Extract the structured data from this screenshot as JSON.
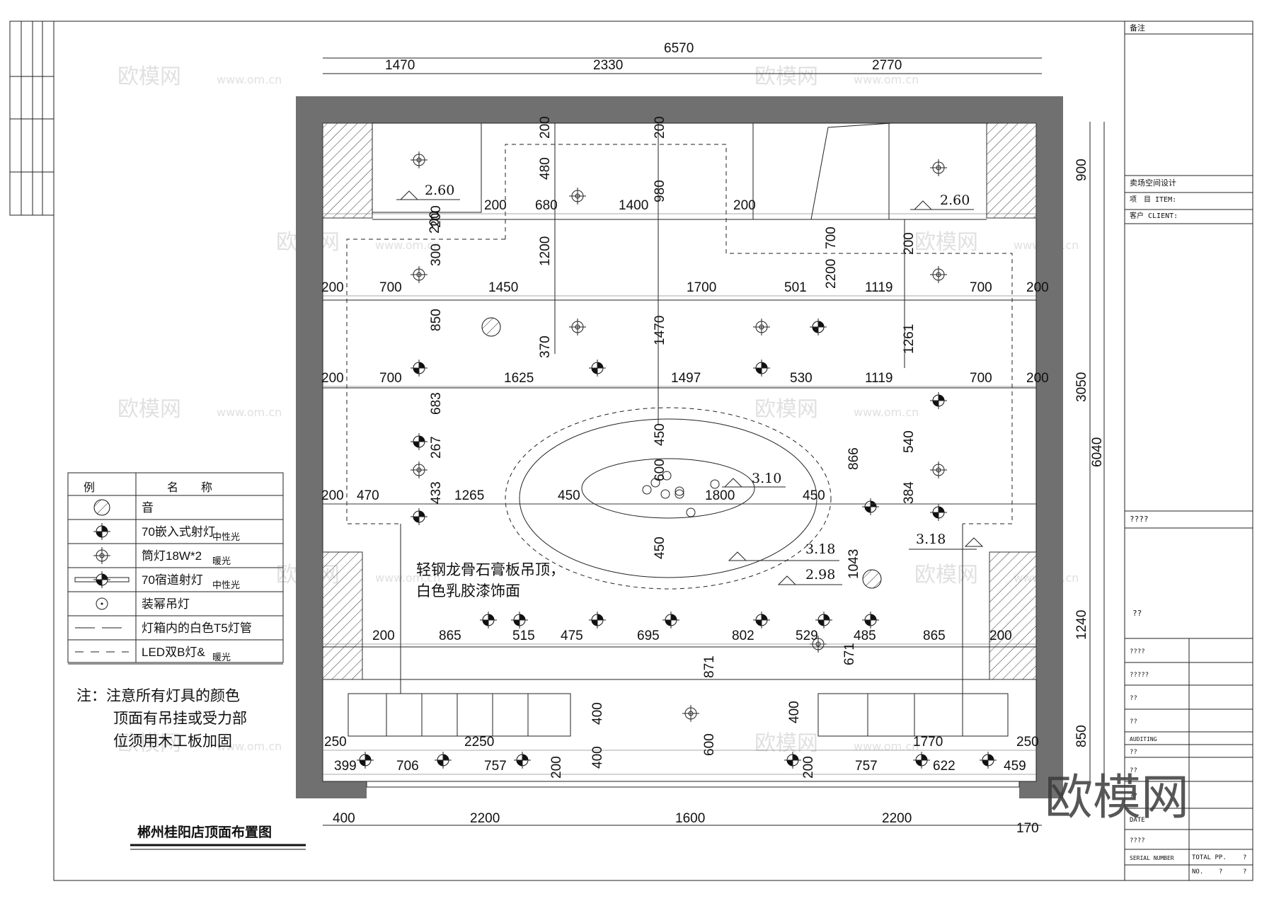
{
  "title": "郴州桂阳店顶面布置图",
  "watermark": {
    "brand": "欧模网",
    "site": "www.om.cn"
  },
  "title_block": {
    "remarks": "备注",
    "project_type": "卖场空间设计",
    "item": "项　目 ITEM:",
    "client": "客户 CLIENT:",
    "q1": "????",
    "q2": "??",
    "rows": [
      "????",
      "?????",
      "??",
      "??",
      "AUDITING",
      "??",
      "??",
      "??",
      "DATE",
      "????",
      "SERIAL NUMBER"
    ],
    "total": "TOTAL PP.",
    "total_q": "?",
    "no": "NO.",
    "no_q1": "?",
    "no_q2": "?"
  },
  "legend": {
    "col_symbol": "例",
    "col_name": "名　　称",
    "items": [
      {
        "name": "音",
        "icon": "speaker-icon"
      },
      {
        "name": "70嵌入式射灯",
        "note": "中性光",
        "icon": "recessed-spotlight-icon"
      },
      {
        "name": "筒灯18W*2",
        "note": "暖光",
        "icon": "downlight-icon"
      },
      {
        "name": "70宿道射灯",
        "note": "中性光",
        "icon": "track-spotlight-icon"
      },
      {
        "name": "装幂吊灯",
        "icon": "pendant-lamp-icon"
      },
      {
        "name": "灯箱内的白色T5灯管",
        "icon": "t5-tube-line-icon"
      },
      {
        "name": "LED双B灯&",
        "note": "暖光",
        "icon": "led-dashed-line-icon"
      }
    ]
  },
  "notes": [
    "注：注意所有灯具的颜色",
    "顶面有吊挂或受力部",
    "位须用木工板加固"
  ],
  "ceiling_note": [
    "轻钢龙骨石膏板吊顶，",
    "白色乳胶漆饰面"
  ],
  "levels": [
    "2.60",
    "2.60",
    "3.10",
    "3.18",
    "3.18",
    "2.98"
  ],
  "dims": {
    "top_total": "6570",
    "top": [
      "1470",
      "2330",
      "2770"
    ],
    "bottom": [
      "400",
      "2200",
      "1600",
      "2200",
      "170"
    ],
    "right_total": "6040",
    "right": [
      "900",
      "3050",
      "1240",
      "850"
    ],
    "row1": [
      "200",
      "700",
      "1450",
      "1700",
      "501",
      "1119",
      "700",
      "200"
    ],
    "row2": [
      "200",
      "700",
      "1625",
      "1497",
      "530",
      "1119",
      "700",
      "200"
    ],
    "row3": [
      "200",
      "470",
      "1265",
      "450",
      "1800",
      "450"
    ],
    "row4": [
      "200",
      "865",
      "515",
      "475",
      "695",
      "802",
      "529",
      "485",
      "865",
      "200"
    ],
    "row5": [
      "250",
      "2250",
      "1770",
      "250"
    ],
    "row6": [
      "399",
      "706",
      "757",
      "757",
      "622",
      "459"
    ],
    "top_strip": [
      "200",
      "680",
      "1400",
      "200"
    ],
    "verticals": [
      "200",
      "480",
      "200",
      "980",
      "1200",
      "370",
      "1470",
      "300",
      "850",
      "200",
      "700",
      "2200",
      "200",
      "1261",
      "683",
      "267",
      "433",
      "450",
      "450",
      "600",
      "866",
      "540",
      "384",
      "1043",
      "871",
      "671",
      "600",
      "400",
      "400",
      "200",
      "400",
      "200",
      "200"
    ]
  }
}
